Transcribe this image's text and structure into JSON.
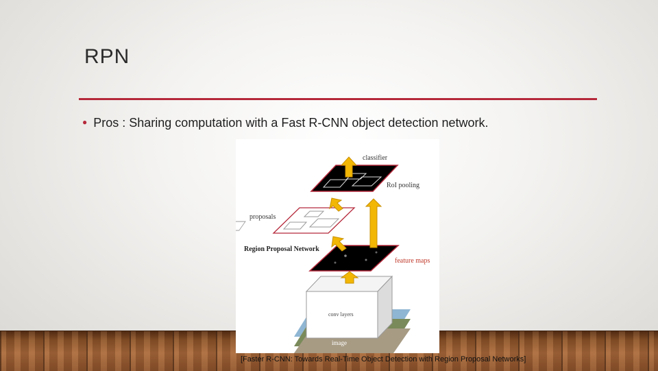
{
  "slide": {
    "title": "RPN",
    "bullet": "Pros : Sharing computation with a Fast R-CNN object detection network.",
    "citation": "[Faster R-CNN: Towards Real-Time Object Detection with Region Proposal Networks]"
  },
  "diagram": {
    "labels": {
      "classifier": "classifier",
      "roi_pooling": "RoI pooling",
      "proposals": "proposals",
      "rpn": "Region Proposal Network",
      "feature_maps": "feature maps",
      "conv_layers": "conv layers",
      "image": "image"
    }
  },
  "colors": {
    "accent": "#b5283a",
    "arrow_fill": "#f2b705",
    "arrow_stroke": "#c98f00",
    "label_red": "#c0392b"
  }
}
